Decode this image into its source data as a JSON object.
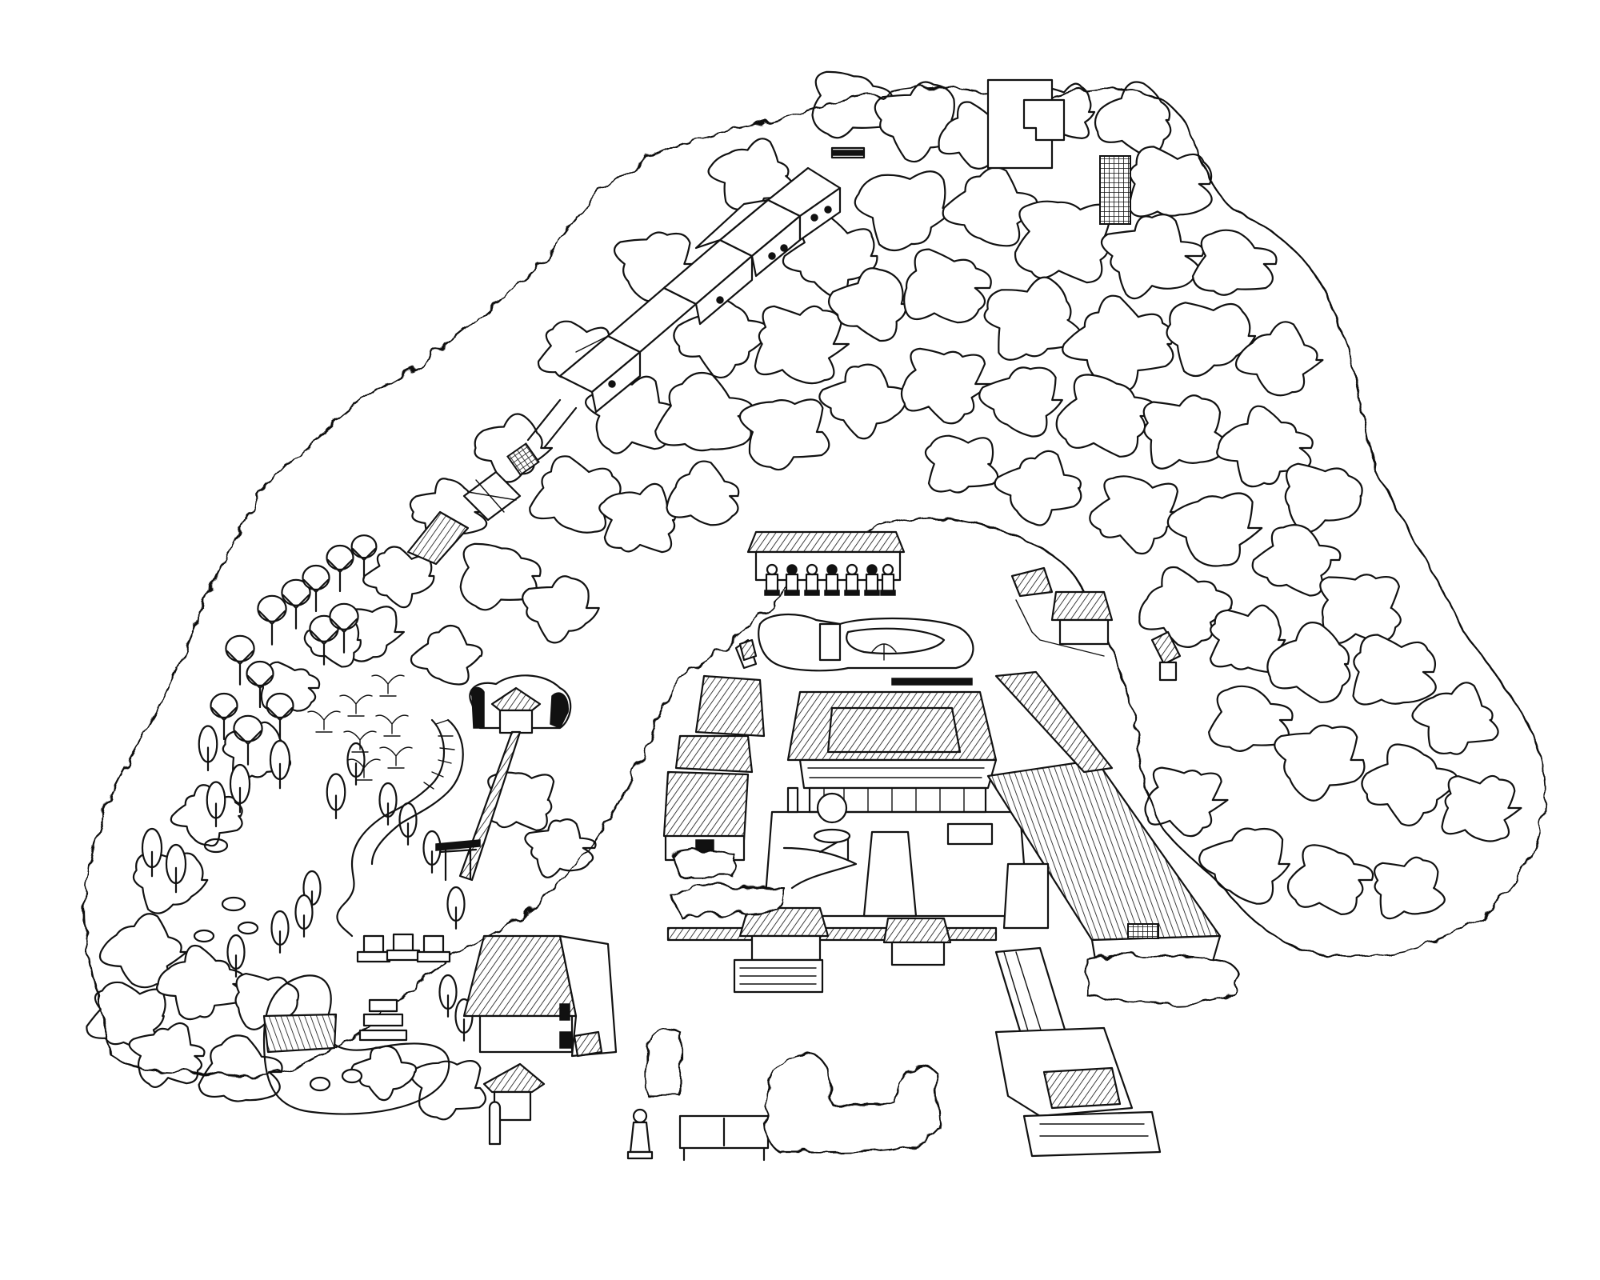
{
  "illustration": {
    "style": "line-art",
    "ink_color": "#111111",
    "paper_color": "#ffffff"
  },
  "layers": [
    "forest-canopy",
    "ridge-storehouses",
    "temple-compound",
    "garden-and-graves",
    "shrine-and-steps",
    "annex-buildings"
  ]
}
